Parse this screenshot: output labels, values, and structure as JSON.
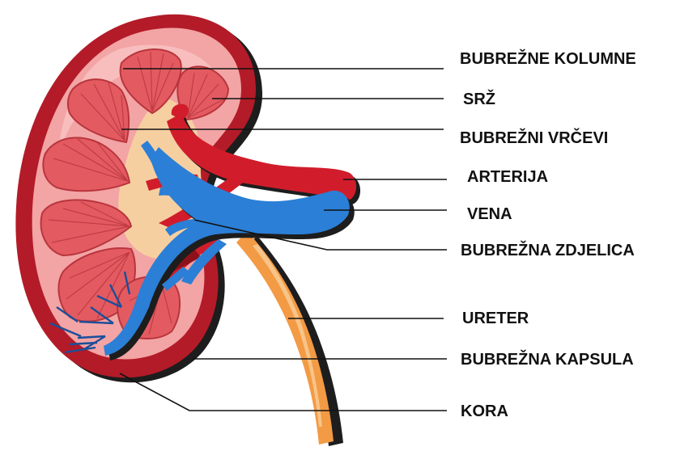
{
  "colors": {
    "capsule_outer": "#b31b28",
    "cortex": "#f3a4a5",
    "cortex_light": "#f8c9c7",
    "pyramid": "#e35b61",
    "pyramid_stroke": "#b8353d",
    "pelvis": "#f6cfa1",
    "artery": "#d11d2b",
    "artery_dark": "#8e1119",
    "vein": "#2b7fd6",
    "vein_dark": "#1a4f9a",
    "ureter": "#f39a45",
    "ureter_light": "#f8c487",
    "shadow": "#1d1d1d",
    "leader_line": "#111111"
  },
  "labels": [
    {
      "id": "bubrezne-kolumne",
      "text": "BUBREŽNE KOLUMNE"
    },
    {
      "id": "srz",
      "text": "SRŽ"
    },
    {
      "id": "bubrezni-vrcevi",
      "text": "BUBREŽNI VRČEVI"
    },
    {
      "id": "arterija",
      "text": "ARTERIJA"
    },
    {
      "id": "vena",
      "text": "VENA"
    },
    {
      "id": "bubrezna-zdjelica",
      "text": "BUBREŽNA ZDJELICA"
    },
    {
      "id": "ureter",
      "text": "URETER"
    },
    {
      "id": "bubrezna-kapsula",
      "text": "BUBREŽNA KAPSULA"
    },
    {
      "id": "kora",
      "text": "KORA"
    }
  ]
}
